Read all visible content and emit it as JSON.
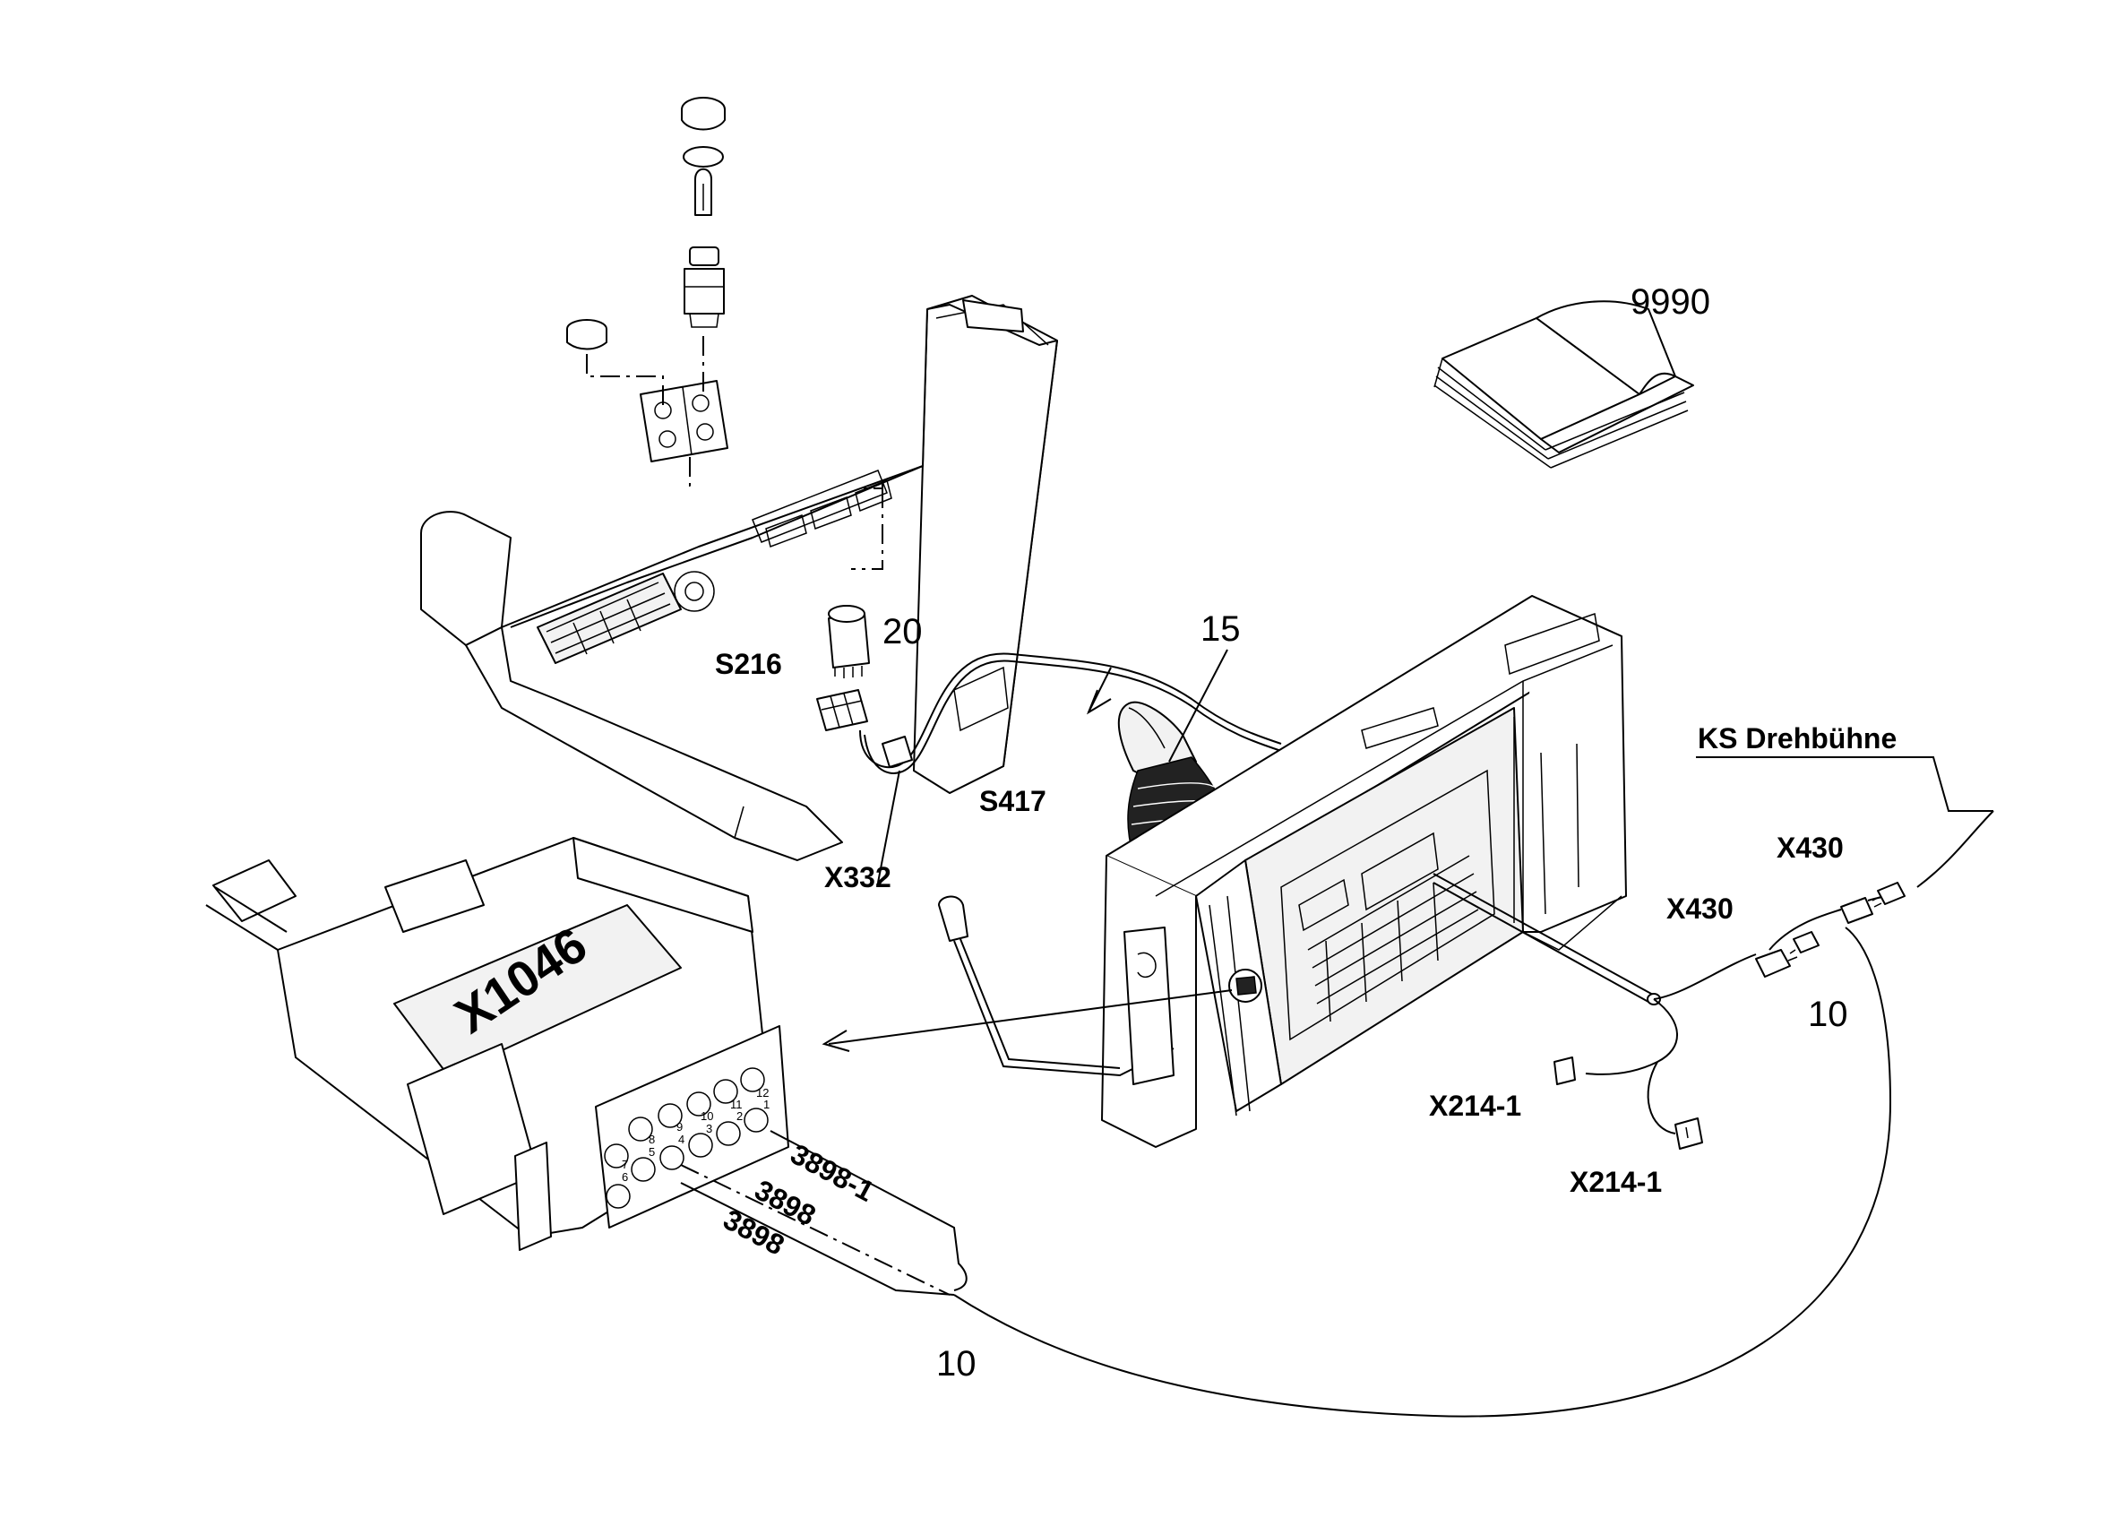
{
  "labels": {
    "manual": "9990",
    "lamp_switch": "S216",
    "lamp_switch_item": "20",
    "joystick_item": "15",
    "joystick": "S417",
    "connector_x332": "X332",
    "connector_x1046": "X1046",
    "harness_top": "KS Drehbühne",
    "connector_x430_upper": "X430",
    "connector_x430_lower": "X430",
    "harness_item_right": "10",
    "connector_x214_upper": "X214-1",
    "connector_x214_lower": "X214-1",
    "wire_3898_1": "3898-1",
    "wire_3898_a": "3898",
    "wire_3898_b": "3898",
    "harness_item_bottom": "10"
  },
  "pin_labels": [
    "1",
    "2",
    "3",
    "4",
    "5",
    "6",
    "7",
    "8",
    "9",
    "10",
    "11",
    "12"
  ]
}
